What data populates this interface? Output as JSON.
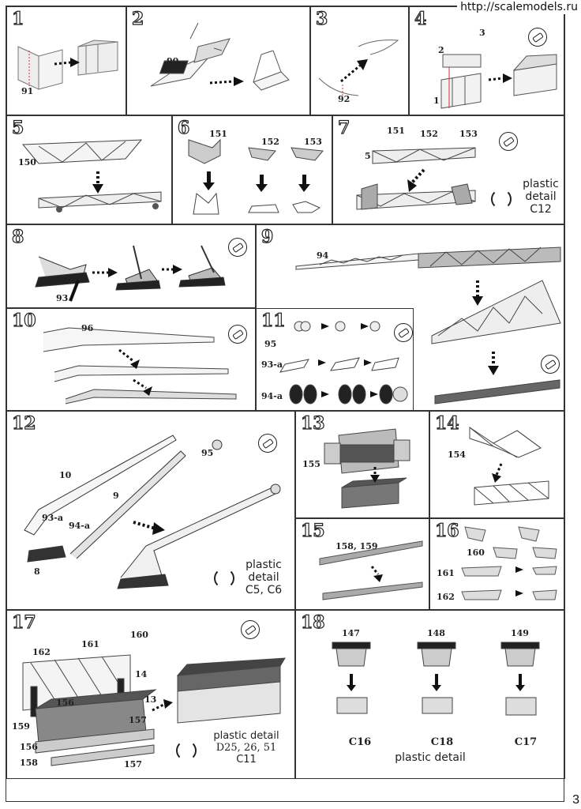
{
  "watermark": "http://scalemodels.ru",
  "page_number": "3",
  "steps": {
    "s1": {
      "num": "1",
      "parts": [
        "91"
      ]
    },
    "s2": {
      "num": "2",
      "parts": [
        "90"
      ]
    },
    "s3": {
      "num": "3",
      "parts": [
        "92"
      ]
    },
    "s4": {
      "num": "4",
      "parts": [
        "1",
        "2",
        "3"
      ]
    },
    "s5": {
      "num": "5",
      "parts": [
        "150"
      ]
    },
    "s6": {
      "num": "6",
      "parts": [
        "151",
        "152",
        "153"
      ]
    },
    "s7": {
      "num": "7",
      "parts": [
        "5",
        "151",
        "152",
        "153"
      ],
      "note": [
        "plastic",
        "detail",
        "C12"
      ]
    },
    "s8": {
      "num": "8",
      "parts": [
        "93"
      ]
    },
    "s9": {
      "num": "9",
      "parts": [
        "94"
      ]
    },
    "s10": {
      "num": "10",
      "parts": [
        "96"
      ]
    },
    "s11": {
      "num": "11",
      "parts": [
        "95",
        "93-a",
        "94-a"
      ]
    },
    "s12": {
      "num": "12",
      "parts": [
        "10",
        "9",
        "95",
        "93-a",
        "94-a",
        "8"
      ],
      "note": [
        "plastic",
        "detail",
        "C5, C6"
      ]
    },
    "s13": {
      "num": "13",
      "parts": [
        "155"
      ]
    },
    "s14": {
      "num": "14",
      "parts": [
        "154"
      ]
    },
    "s15": {
      "num": "15",
      "parts": [
        "158, 159"
      ]
    },
    "s16": {
      "num": "16",
      "parts": [
        "160",
        "161",
        "162"
      ]
    },
    "s17": {
      "num": "17",
      "parts": [
        "162",
        "161",
        "160",
        "14",
        "156",
        "13",
        "159",
        "157",
        "156",
        "158",
        "157"
      ],
      "note": [
        "plastic detail",
        "D25, 26, 51",
        "C11"
      ]
    },
    "s18": {
      "num": "18",
      "parts": [
        "147",
        "148",
        "149"
      ],
      "codes": [
        "C16",
        "C18",
        "C17"
      ],
      "note": "plastic detail"
    }
  }
}
